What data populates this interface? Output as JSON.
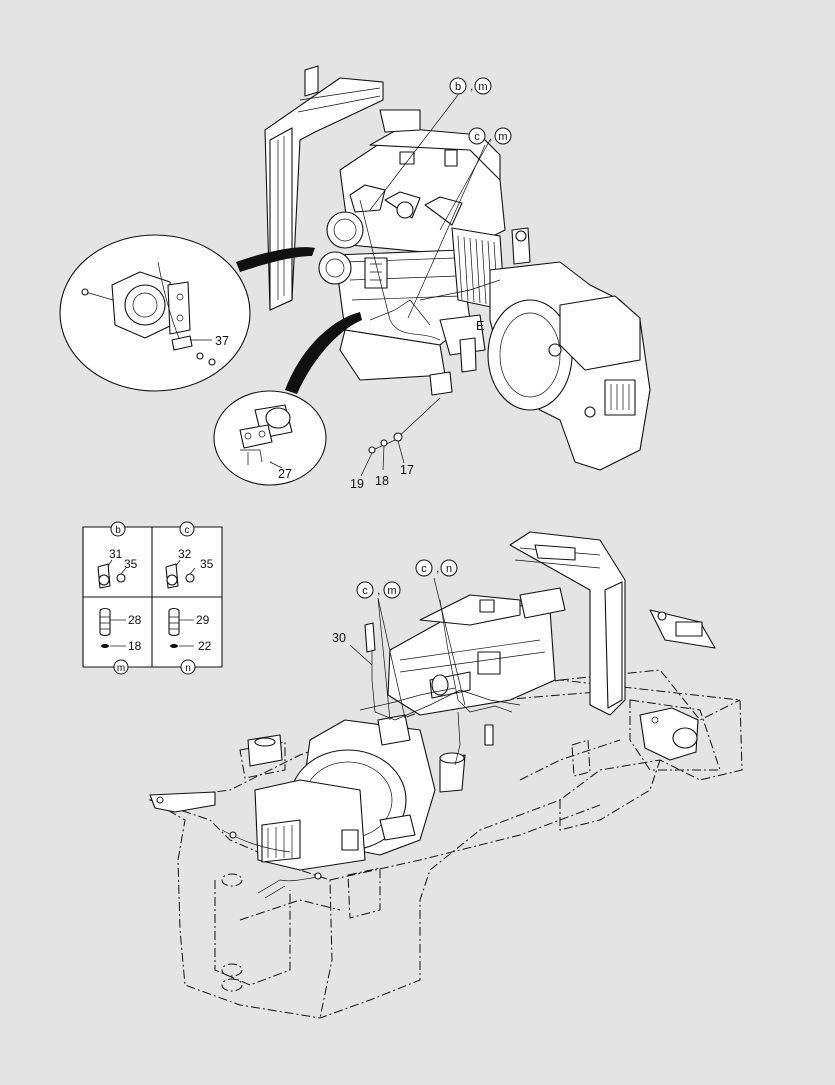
{
  "callouts": {
    "c17": "17",
    "c18": "18",
    "c19": "19",
    "c27": "27",
    "c37": "37",
    "c30": "30",
    "e_mark": "E"
  },
  "tags": {
    "top_bm_a": "b",
    "top_bm_b": "m",
    "top_cm_a": "c",
    "top_cm_b": "m",
    "bot_cm_a": "c",
    "bot_cm_b": "m",
    "bot_cn_a": "c",
    "bot_cn_b": "n",
    "sep": ","
  },
  "legend": {
    "b": {
      "tag": "b",
      "part_a": "31",
      "part_b": "35"
    },
    "c": {
      "tag": "c",
      "part_a": "32",
      "part_b": "35"
    },
    "m": {
      "tag": "m",
      "part_a": "28",
      "part_b": "18"
    },
    "n": {
      "tag": "n",
      "part_a": "29",
      "part_b": "22"
    }
  }
}
